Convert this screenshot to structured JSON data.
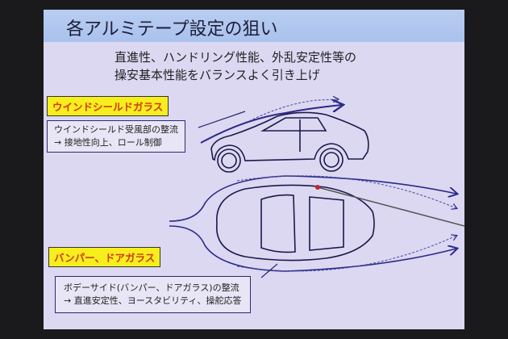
{
  "slide": {
    "title": "各アルミテープ設定の狙い",
    "subtitle_lines": [
      "直進性、ハンドリング性能、外乱安定性等の",
      "操安基本性能をバランスよく引き上げ"
    ],
    "section1": {
      "tag": "ウインドシールドガラス",
      "note_line1": "ウインドシールド受風部の整流",
      "note_line2": "→  接地性向上、ロール制御"
    },
    "section2": {
      "tag": "バンパー、ドアガラス",
      "note_line1": "ボデーサイド(バンパー、ドアガラス)の整流",
      "note_line2": "→  直進安定性、ヨースタビリティ、操舵応答"
    }
  }
}
